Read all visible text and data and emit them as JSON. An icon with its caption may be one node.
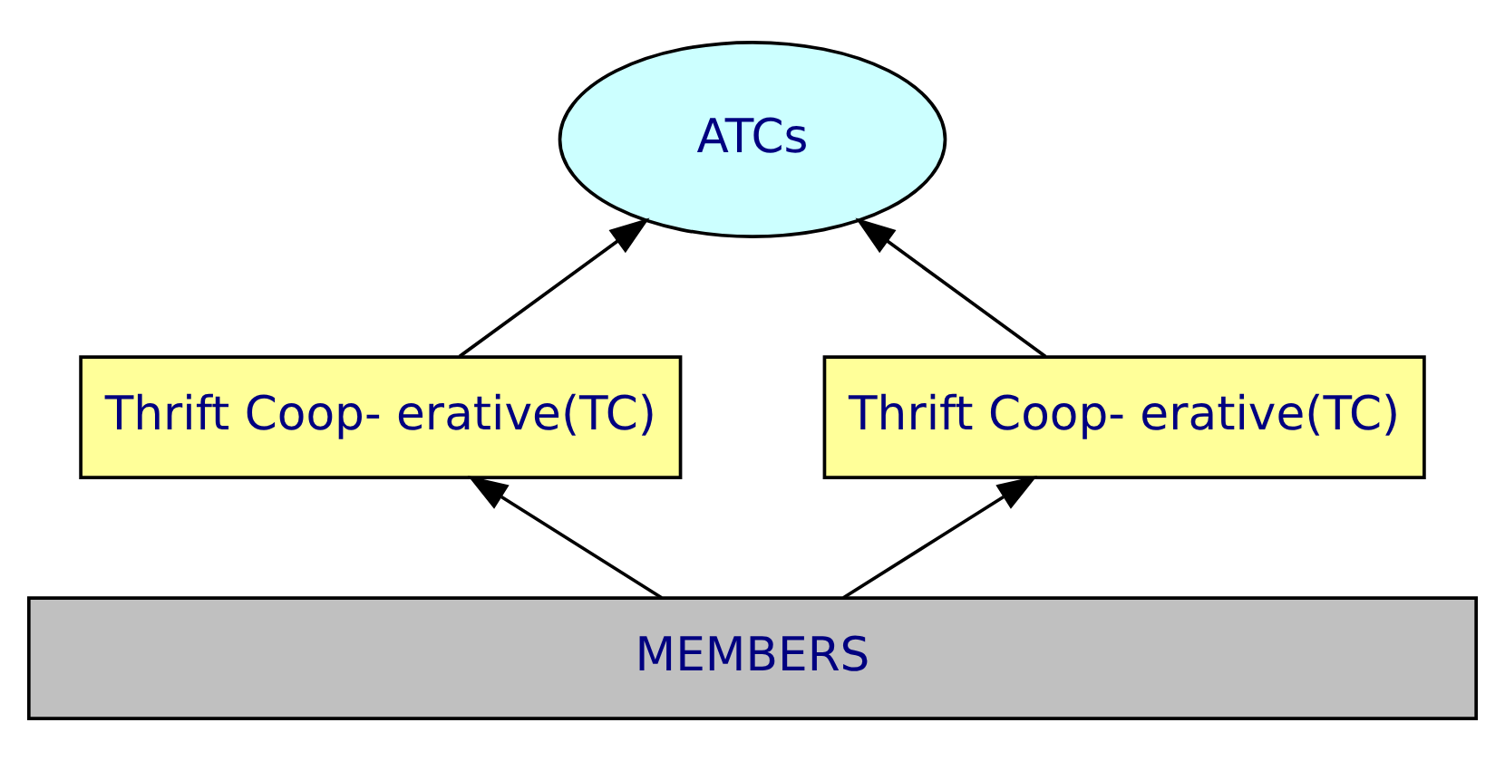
{
  "diagram": {
    "nodes": [
      {
        "text": [
          "ATCs"
        ]
      },
      {
        "text": [
          "Thrift Coop- erative(TC)"
        ]
      },
      {
        "text": [
          "Thrift Coop- erative(TC)"
        ]
      },
      {
        "text": [
          "MEMBERS"
        ]
      }
    ],
    "edges": [
      {
        "from": 3,
        "to": 1,
        "arrow": "to"
      },
      {
        "from": 3,
        "to": 2,
        "arrow": "to"
      },
      {
        "from": 1,
        "to": 0,
        "arrow": "to"
      },
      {
        "from": 2,
        "to": 0,
        "arrow": "to"
      }
    ]
  }
}
